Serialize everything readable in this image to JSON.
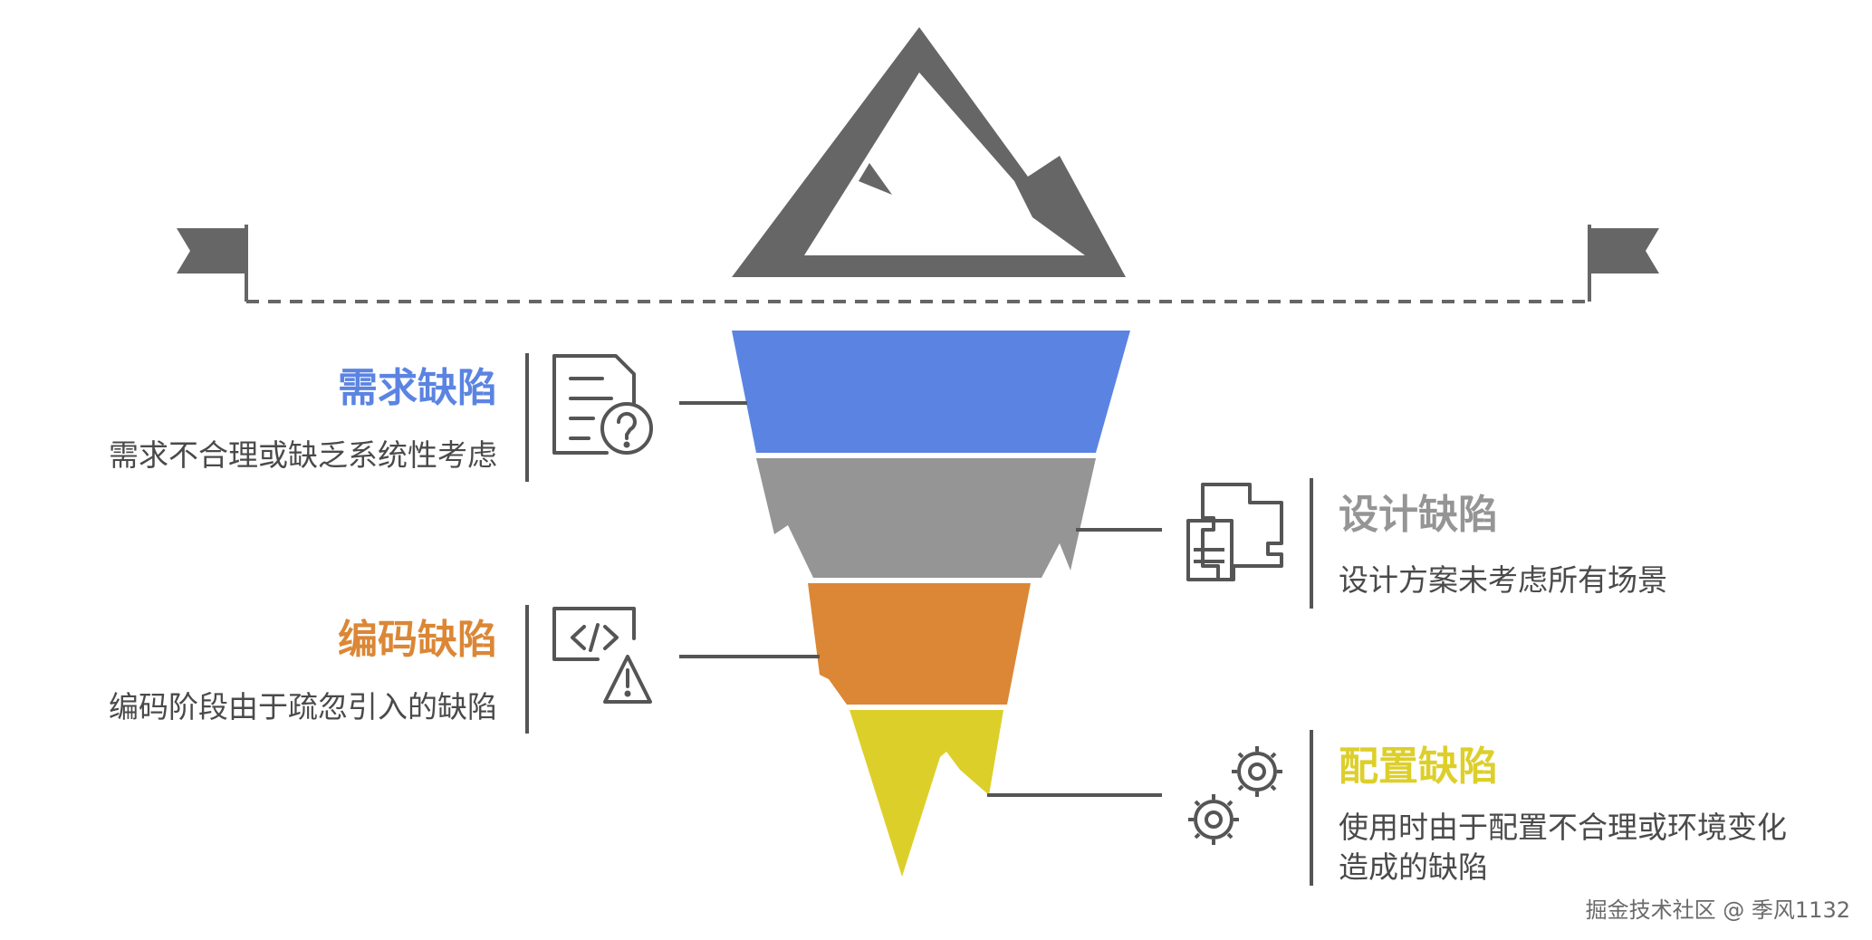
{
  "colors": {
    "dark": "#666666",
    "requirement": "#5B84E2",
    "design": "#959595",
    "coding": "#DB8736",
    "config": "#DDCF2A",
    "text": "#4a4a4a"
  },
  "sections": {
    "requirement": {
      "title": "需求缺陷",
      "desc": "需求不合理或缺乏系统性考虑",
      "icon": "document-question-icon"
    },
    "design": {
      "title": "设计缺陷",
      "desc": "设计方案未考虑所有场景",
      "icon": "puzzle-pieces-icon"
    },
    "coding": {
      "title": "编码缺陷",
      "desc": "编码阶段由于疏忽引入的缺陷",
      "icon": "code-warning-icon"
    },
    "config": {
      "title": "配置缺陷",
      "desc_line1": "使用时由于配置不合理或环境变化",
      "desc_line2": "造成的缺陷",
      "icon": "gears-icon"
    }
  },
  "watermark": "掘金技术社区 @ 季风1132"
}
